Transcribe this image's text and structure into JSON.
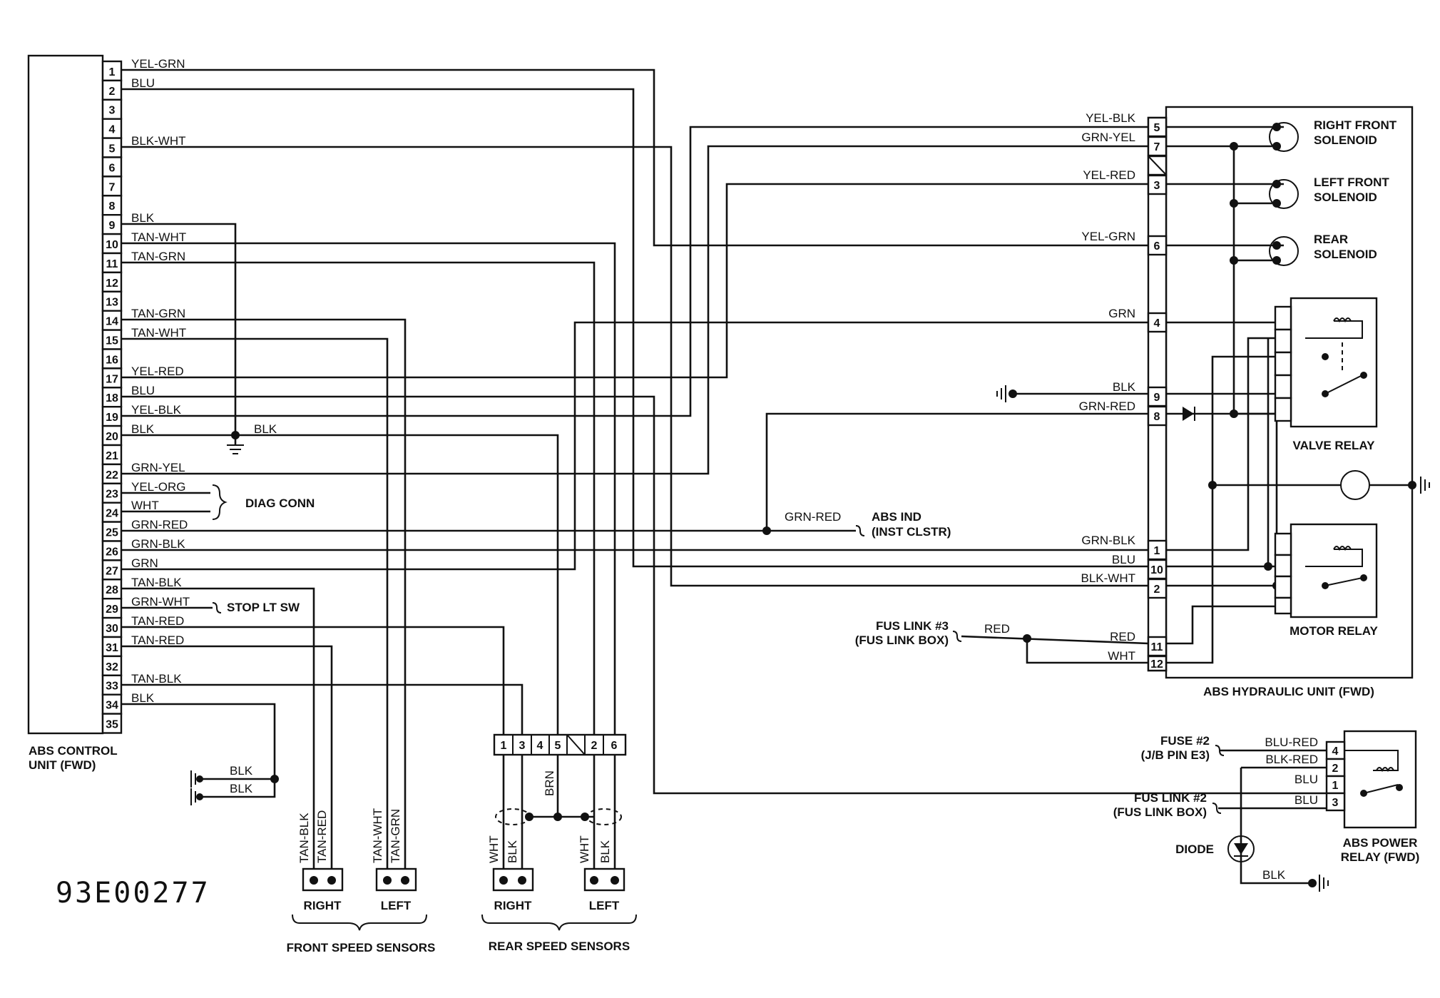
{
  "ecu": {
    "label_line1": "ABS CONTROL",
    "label_line2": "UNIT (FWD)",
    "pins": [
      "1",
      "2",
      "3",
      "4",
      "5",
      "6",
      "7",
      "8",
      "9",
      "10",
      "11",
      "12",
      "13",
      "14",
      "15",
      "16",
      "17",
      "18",
      "19",
      "20",
      "21",
      "22",
      "23",
      "24",
      "25",
      "26",
      "27",
      "28",
      "29",
      "30",
      "31",
      "32",
      "33",
      "34",
      "35"
    ],
    "wires": [
      {
        "pin": "1",
        "color": "YEL-GRN"
      },
      {
        "pin": "2",
        "color": "BLU"
      },
      {
        "pin": "5",
        "color": "BLK-WHT"
      },
      {
        "pin": "9",
        "color": "BLK"
      },
      {
        "pin": "10",
        "color": "TAN-WHT"
      },
      {
        "pin": "11",
        "color": "TAN-GRN"
      },
      {
        "pin": "14",
        "color": "TAN-GRN"
      },
      {
        "pin": "15",
        "color": "TAN-WHT"
      },
      {
        "pin": "17",
        "color": "YEL-RED"
      },
      {
        "pin": "18",
        "color": "BLU"
      },
      {
        "pin": "19",
        "color": "YEL-BLK"
      },
      {
        "pin": "20",
        "color": "BLK"
      },
      {
        "pin": "22",
        "color": "GRN-YEL"
      },
      {
        "pin": "23",
        "color": "YEL-ORG"
      },
      {
        "pin": "24",
        "color": "WHT"
      },
      {
        "pin": "25",
        "color": "GRN-RED"
      },
      {
        "pin": "26",
        "color": "GRN-BLK"
      },
      {
        "pin": "27",
        "color": "GRN"
      },
      {
        "pin": "28",
        "color": "TAN-BLK"
      },
      {
        "pin": "29",
        "color": "GRN-WHT"
      },
      {
        "pin": "30",
        "color": "TAN-RED"
      },
      {
        "pin": "31",
        "color": "TAN-RED"
      },
      {
        "pin": "33",
        "color": "TAN-BLK"
      },
      {
        "pin": "34",
        "color": "BLK"
      }
    ],
    "ground_blk": "BLK",
    "ground_leads": [
      "BLK",
      "BLK"
    ]
  },
  "diag_conn": "DIAG CONN",
  "stop_lt_sw": "STOP LT SW",
  "abs_ind": {
    "wire": "GRN-RED",
    "line1": "ABS IND",
    "line2": "(INST CLSTR)"
  },
  "hydraulic": {
    "label": "ABS HYDRAULIC UNIT (FWD)",
    "pins": [
      {
        "pin": "5",
        "color": "YEL-BLK"
      },
      {
        "pin": "7",
        "color": "GRN-YEL"
      },
      {
        "pin": "3",
        "color": "YEL-RED"
      },
      {
        "pin": "6",
        "color": "YEL-GRN"
      },
      {
        "pin": "4",
        "color": "GRN"
      },
      {
        "pin": "9",
        "color": "BLK"
      },
      {
        "pin": "8",
        "color": "GRN-RED"
      },
      {
        "pin": "1",
        "color": "GRN-BLK"
      },
      {
        "pin": "10",
        "color": "BLU"
      },
      {
        "pin": "2",
        "color": "BLK-WHT"
      },
      {
        "pin": "11",
        "color": "RED"
      },
      {
        "pin": "12",
        "color": "WHT"
      }
    ],
    "solenoids": [
      {
        "line1": "RIGHT FRONT",
        "line2": "SOLENOID"
      },
      {
        "line1": "LEFT FRONT",
        "line2": "SOLENOID"
      },
      {
        "line1": "REAR",
        "line2": "SOLENOID"
      }
    ],
    "valve_relay": "VALVE RELAY",
    "motor_relay": "MOTOR RELAY"
  },
  "fus_link3": {
    "line1": "FUS LINK #3",
    "line2": "(FUS LINK BOX)",
    "wire": "RED"
  },
  "power_relay": {
    "line1": "ABS POWER",
    "line2": "RELAY (FWD)",
    "pins": [
      {
        "pin": "4",
        "color": "BLU-RED"
      },
      {
        "pin": "2",
        "color": "BLK-RED"
      },
      {
        "pin": "1",
        "color": "BLU"
      },
      {
        "pin": "3",
        "color": "BLU"
      }
    ],
    "fuse2_line1": "FUSE #2",
    "fuse2_line2": "(J/B PIN E3)",
    "fuslink2_line1": "FUS LINK #2",
    "fuslink2_line2": "(FUS LINK BOX)",
    "diode": "DIODE",
    "ground_wire": "BLK"
  },
  "front_sensors": {
    "title": "FRONT SPEED SENSORS",
    "right": "RIGHT",
    "left": "LEFT",
    "right_wires": [
      "TAN-BLK",
      "TAN-RED"
    ],
    "left_wires": [
      "TAN-WHT",
      "TAN-GRN"
    ]
  },
  "rear_sensors": {
    "title": "REAR SPEED SENSORS",
    "right": "RIGHT",
    "left": "LEFT",
    "connector_pins": [
      "1",
      "3",
      "4",
      "5",
      "2",
      "6"
    ],
    "shield_wire": "BRN",
    "right_wires": [
      "WHT",
      "BLK"
    ],
    "left_wires": [
      "WHT",
      "BLK"
    ]
  },
  "diagram_code": "93E00277"
}
